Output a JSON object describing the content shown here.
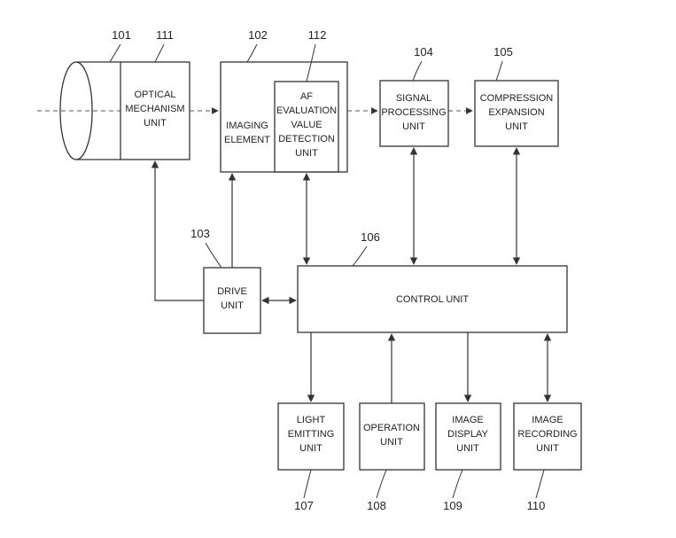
{
  "blocks": {
    "optical": {
      "ref": "111",
      "lines": [
        "OPTICAL",
        "MECHANISM",
        "UNIT"
      ]
    },
    "imaging": {
      "ref": "102",
      "lines": [
        "IMAGING",
        "ELEMENT"
      ]
    },
    "af": {
      "ref": "112",
      "lines": [
        "AF",
        "EVALUATION",
        "VALUE",
        "DETECTION",
        "UNIT"
      ]
    },
    "signal": {
      "ref": "104",
      "lines": [
        "SIGNAL",
        "PROCESSING",
        "UNIT"
      ]
    },
    "compression": {
      "ref": "105",
      "lines": [
        "COMPRESSION",
        "EXPANSION",
        "UNIT"
      ]
    },
    "drive": {
      "ref": "103",
      "lines": [
        "DRIVE",
        "UNIT"
      ]
    },
    "control": {
      "ref": "106",
      "lines": [
        "CONTROL UNIT"
      ]
    },
    "light": {
      "ref": "107",
      "lines": [
        "LIGHT",
        "EMITTING",
        "UNIT"
      ]
    },
    "operation": {
      "ref": "108",
      "lines": [
        "OPERATION",
        "UNIT"
      ]
    },
    "display": {
      "ref": "109",
      "lines": [
        "IMAGE",
        "DISPLAY",
        "UNIT"
      ]
    },
    "recording": {
      "ref": "110",
      "lines": [
        "IMAGE",
        "RECORDING",
        "UNIT"
      ]
    }
  },
  "lens": {
    "ref": "101"
  }
}
